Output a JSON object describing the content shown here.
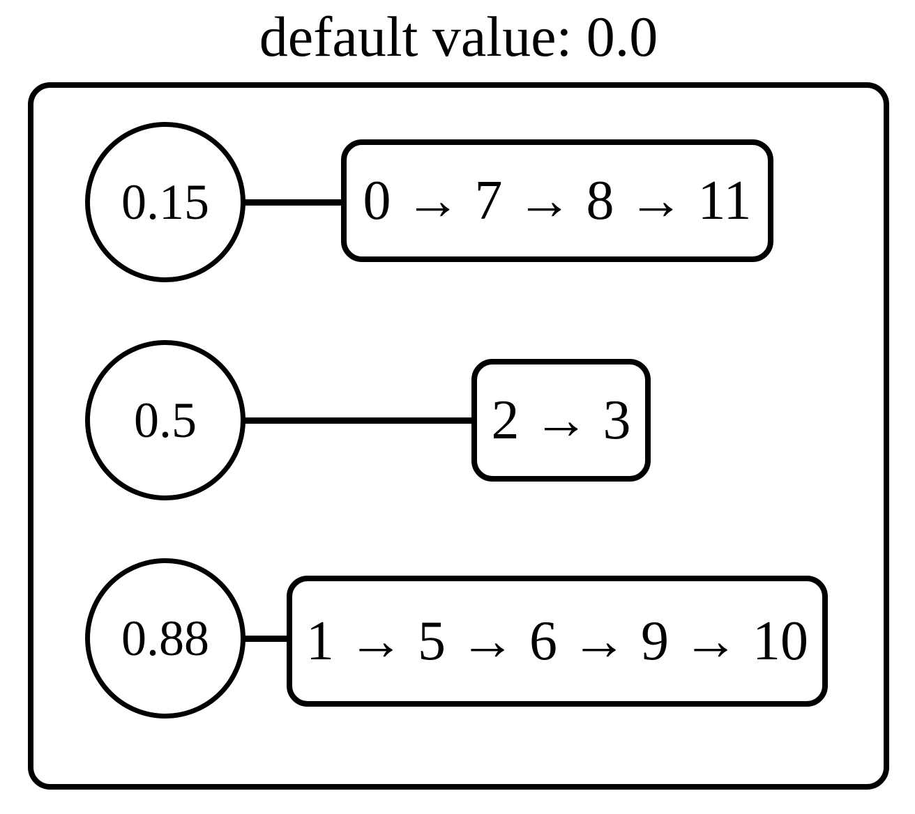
{
  "title": "default value: 0.0",
  "default_value": "0.0",
  "colors": {
    "stroke": "#000000",
    "background": "#ffffff"
  },
  "groups": [
    {
      "value": "0.15",
      "sequence": [
        0,
        7,
        8,
        11
      ],
      "sequence_label": "0 → 7 → 8 → 11"
    },
    {
      "value": "0.5",
      "sequence": [
        2,
        3
      ],
      "sequence_label": "2 → 3"
    },
    {
      "value": "0.88",
      "sequence": [
        1,
        5,
        6,
        9,
        10
      ],
      "sequence_label": "1 → 5 → 6 → 9 → 10"
    }
  ]
}
